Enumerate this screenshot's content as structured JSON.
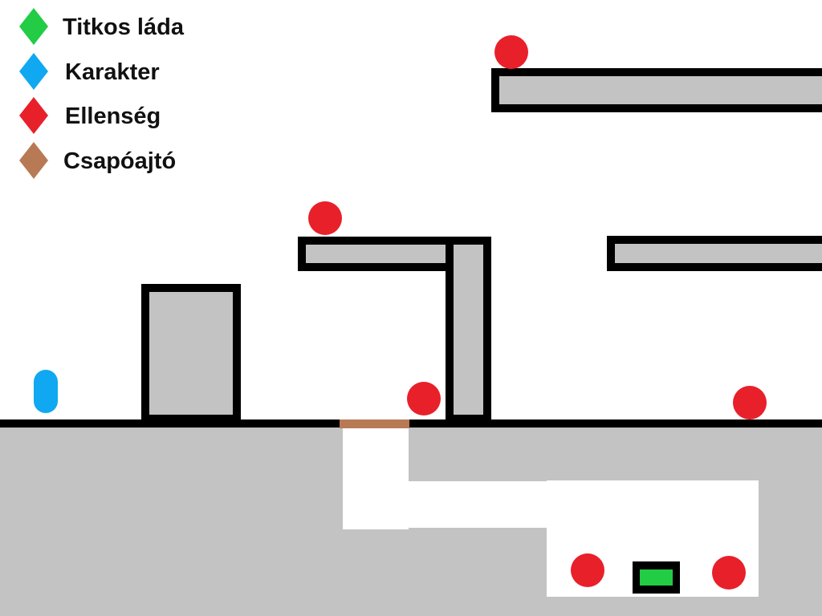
{
  "legend": [
    {
      "label": "Titkos láda",
      "icon": "green-diamond-icon",
      "color": "#22cc44"
    },
    {
      "label": "Karakter",
      "icon": "blue-diamond-icon",
      "color": "#10a8f0"
    },
    {
      "label": "Ellenség",
      "icon": "red-diamond-icon",
      "color": "#e8202a"
    },
    {
      "label": "Csapóajtó",
      "icon": "brown-diamond-icon",
      "color": "#b87a55"
    }
  ],
  "colors": {
    "platform_fill": "#c3c3c3",
    "outline": "#000000",
    "ground_line": "#000000",
    "background": "#ffffff",
    "chest_fill": "#22cc44",
    "player": "#10a8f0",
    "enemy": "#e8202a",
    "trapdoor": "#b87a55"
  }
}
